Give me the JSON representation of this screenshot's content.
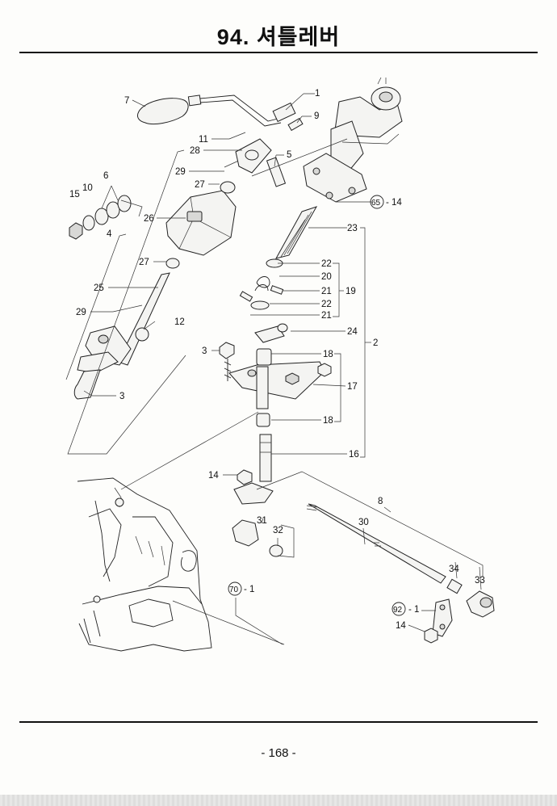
{
  "page": {
    "title": "94. 셔틀레버",
    "page_number": "- 168 -"
  },
  "callouts": [
    {
      "id": "c7",
      "text": "7"
    },
    {
      "id": "c1",
      "text": "1"
    },
    {
      "id": "c9",
      "text": "9"
    },
    {
      "id": "c11",
      "text": "11"
    },
    {
      "id": "c28",
      "text": "28"
    },
    {
      "id": "c5",
      "text": "5"
    },
    {
      "id": "c29a",
      "text": "29"
    },
    {
      "id": "c27a",
      "text": "27"
    },
    {
      "id": "c6",
      "text": "6"
    },
    {
      "id": "c15",
      "text": "15"
    },
    {
      "id": "c10",
      "text": "10"
    },
    {
      "id": "c26",
      "text": "26"
    },
    {
      "id": "c4",
      "text": "4"
    },
    {
      "id": "c27b",
      "text": "27"
    },
    {
      "id": "c25",
      "text": "25"
    },
    {
      "id": "c29b",
      "text": "29"
    },
    {
      "id": "c12",
      "text": "12"
    },
    {
      "id": "c3a",
      "text": "3"
    },
    {
      "id": "c14b",
      "text": "- 14"
    },
    {
      "id": "c23",
      "text": "23"
    },
    {
      "id": "c22a",
      "text": "22"
    },
    {
      "id": "c20",
      "text": "20"
    },
    {
      "id": "c21a",
      "text": "21"
    },
    {
      "id": "c19",
      "text": "19"
    },
    {
      "id": "c22b",
      "text": "22"
    },
    {
      "id": "c21b",
      "text": "21"
    },
    {
      "id": "c24",
      "text": "24"
    },
    {
      "id": "c2",
      "text": "2"
    },
    {
      "id": "c3b",
      "text": "3"
    },
    {
      "id": "c18a",
      "text": "18"
    },
    {
      "id": "c17",
      "text": "17"
    },
    {
      "id": "c18b",
      "text": "18"
    },
    {
      "id": "c16",
      "text": "16"
    },
    {
      "id": "c14a",
      "text": "14"
    },
    {
      "id": "c8",
      "text": "8"
    },
    {
      "id": "c31",
      "text": "31"
    },
    {
      "id": "c30",
      "text": "30"
    },
    {
      "id": "c32",
      "text": "32"
    },
    {
      "id": "c34",
      "text": "34"
    },
    {
      "id": "c33",
      "text": "33"
    },
    {
      "id": "c70",
      "text": "- 1"
    },
    {
      "id": "c92",
      "text": "- 1"
    },
    {
      "id": "c14c",
      "text": "14"
    }
  ],
  "circled_refs": {
    "r65": "65",
    "r70": "70",
    "r92": "92"
  }
}
